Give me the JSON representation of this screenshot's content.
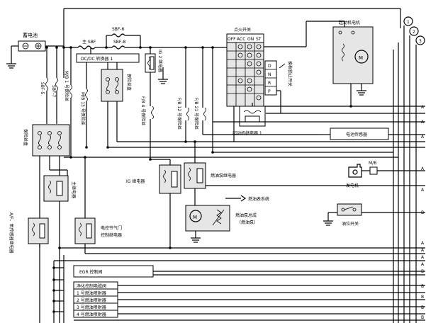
{
  "labels": {
    "battery": "蓄电池",
    "main_sbf": "主 SBF",
    "sbf6": "SBF-6",
    "sbf8": "SBF-8",
    "dcdc": "DC/DC 转换器 1",
    "ignition_switch": "点火开关",
    "ign_off": "OFF",
    "ign_acc": "ACC",
    "ign_on": "ON",
    "ign_st": "ST",
    "starter_motor": "起动机电机",
    "ig2_relay": "IG 2 继电器",
    "protect_fuse": "保险丝盒",
    "sbf5": "SBF-5",
    "sbf7": "SBF-7",
    "mb1_fuse": "M/B 1 号保险丝",
    "mb13_fuse": "M/B 13 号保险丝",
    "fb4_fuse": "F/B 4 号保险丝",
    "fb12_fuse": "F/B 12 号保险丝",
    "fb21_fuse": "F/B 21 号保险丝",
    "gear_d": "D",
    "gear_n": "N",
    "gear_r": "R",
    "gear_p": "P",
    "inhibitor_switch": "换档锁止开关",
    "starter_relay1": "起动机继电器 1",
    "battery_sensor": "电池传感器",
    "fuse_box": "保险丝盒",
    "main_relay": "主继电器",
    "ig_relay": "IG 继电器",
    "fuel_pump_relay": "燃油泵继电器",
    "fuel_gauge_system": "燃油表系统",
    "fuel_pump_assy": "燃油泵总成",
    "fuel_pump_assy_sub": "（燃油泵）",
    "mb": "M/B",
    "generator": "发电机",
    "oil_level_switch": "油位开关",
    "af_o2_relay": "A/F、氧传感器继电器",
    "throttle_relay_1": "电控节气门",
    "throttle_relay_2": "控制继电器",
    "egr_valve": "EGR 控制阀",
    "purge_valve": "净化控制电磁阀",
    "injector1": "1 号燃油喷射器",
    "injector2": "2 号燃油喷射器",
    "injector3": "3 号燃油喷射器",
    "injector4": "4 号燃油喷射器",
    "conn_a": "A",
    "conn_b": "B",
    "num1": "1",
    "num2": "2",
    "num3": "3"
  },
  "colors": {
    "wire": "#000000",
    "component_fill": "#e6e6e6",
    "background": "#ffffff"
  }
}
